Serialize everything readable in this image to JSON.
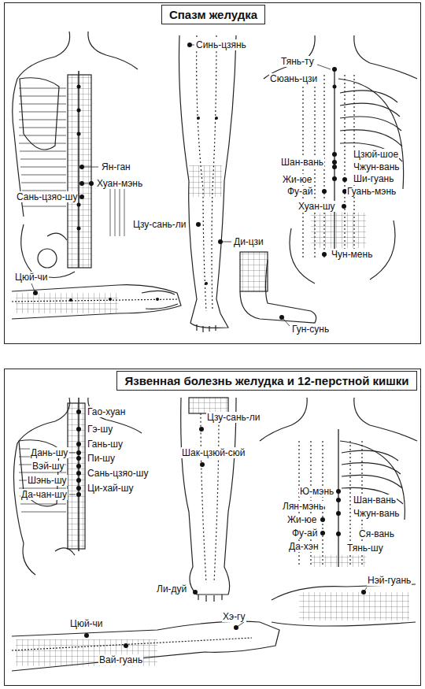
{
  "diagram": {
    "nodes": [
      {
        "text": [
          "Спазм желудка"
        ]
      },
      {
        "text": [
          "Язвенная болезнь желудка и 12-перстной кишки"
        ]
      }
    ],
    "labels": [
      "Ян-ган",
      "Хуан-мэнь",
      "Сань-цзяо-шу",
      "Цюй-чи",
      "Синь-цзянь",
      "Цзу-сань-ли",
      "Ди-цзи",
      "Гун-сунь",
      "Тянь-ту",
      "Сюань-цзи",
      "Цзюй-шое",
      "Шан-вань",
      "Чжун-вань",
      "Жи-юе",
      "Ши-гуань",
      "Фу-ай",
      "Гуань-мэнь",
      "Хуан-шу",
      "Чун-мень",
      "Гао-хуан",
      "Гэ-шу",
      "Гань-шу",
      "Дань-шу",
      "Пи-шу",
      "Вэй-шу",
      "Сань-цзяо-шу",
      "Шэнь-шу",
      "Ци-хай-шу",
      "Да-чан-шу",
      "Цзу-сань-ли",
      "Шак-цзюй-сюй",
      "Ли-дуй",
      "Цюй-чи",
      "Хэ-гу",
      "Вай-гуань",
      "Ю-мэнь",
      "Шан-вань",
      "Лян-мэнь",
      "Чжун-вань",
      "Жи-юе",
      "Фу-ай",
      "Ся-вань",
      "Да-хэн",
      "Тянь-шу",
      "Нэй-гуань"
    ]
  }
}
